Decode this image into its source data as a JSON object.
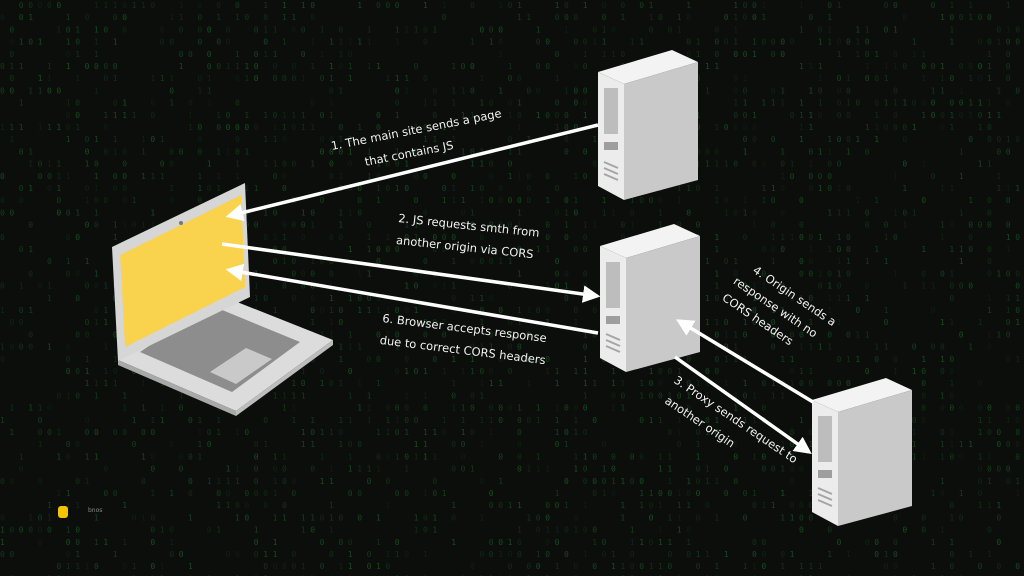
{
  "diagram": {
    "steps": [
      {
        "line1": "1. The main site sends a page",
        "line2": "that contains JS"
      },
      {
        "line1": "2. JS requests smth from",
        "line2": "another origin via CORS"
      },
      {
        "line1": "3. Proxy sends request to",
        "line2": "another origin"
      },
      {
        "line1": "4. Origin sends a",
        "line2": "response with no",
        "line3": "CORS headers"
      },
      {
        "line1": "6. Browser accepts response",
        "line2": "due to correct CORS headers"
      }
    ],
    "nodes": {
      "client": "laptop-icon",
      "main_server": "server-icon",
      "proxy_server": "server-icon",
      "origin_server": "server-icon"
    }
  },
  "watermark": {
    "text": "bnos"
  },
  "colors": {
    "background": "#0b0e0b",
    "matrix_text": "#1f6a2a",
    "screen": "#f9d24e",
    "arrow": "#ffffff",
    "server": "#e6e6e6"
  }
}
